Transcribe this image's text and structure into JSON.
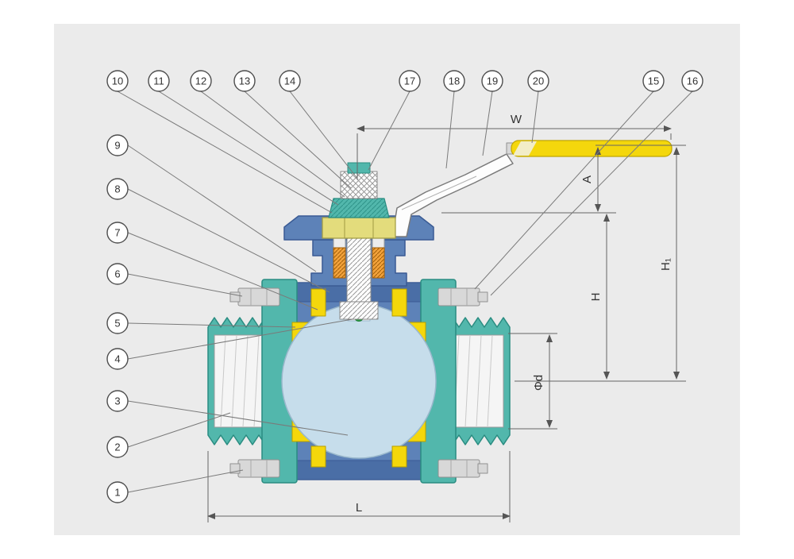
{
  "callouts": {
    "top": [
      "10",
      "11",
      "12",
      "13",
      "14",
      "17",
      "18",
      "19",
      "20",
      "15",
      "16"
    ],
    "left": [
      "9",
      "8",
      "7",
      "6",
      "5",
      "4",
      "3",
      "2",
      "1"
    ]
  },
  "dimensions": {
    "w_label": "W",
    "a_label": "A",
    "h1_label": "H₁",
    "h_label": "H",
    "bore_label": "Φd",
    "l_label": "L"
  },
  "colors": {
    "panel_background": "#ebebeb",
    "body_teal": "#52b7ac",
    "body_blue": "#5d82b8",
    "seat_yellow": "#f4d70c",
    "handle_yellow": "#f4d70c",
    "ball_blue": "#c6ddeb",
    "packing_orange": "#f2a23c",
    "indicator_green": "#2f9e44",
    "line_gray": "#666666"
  }
}
